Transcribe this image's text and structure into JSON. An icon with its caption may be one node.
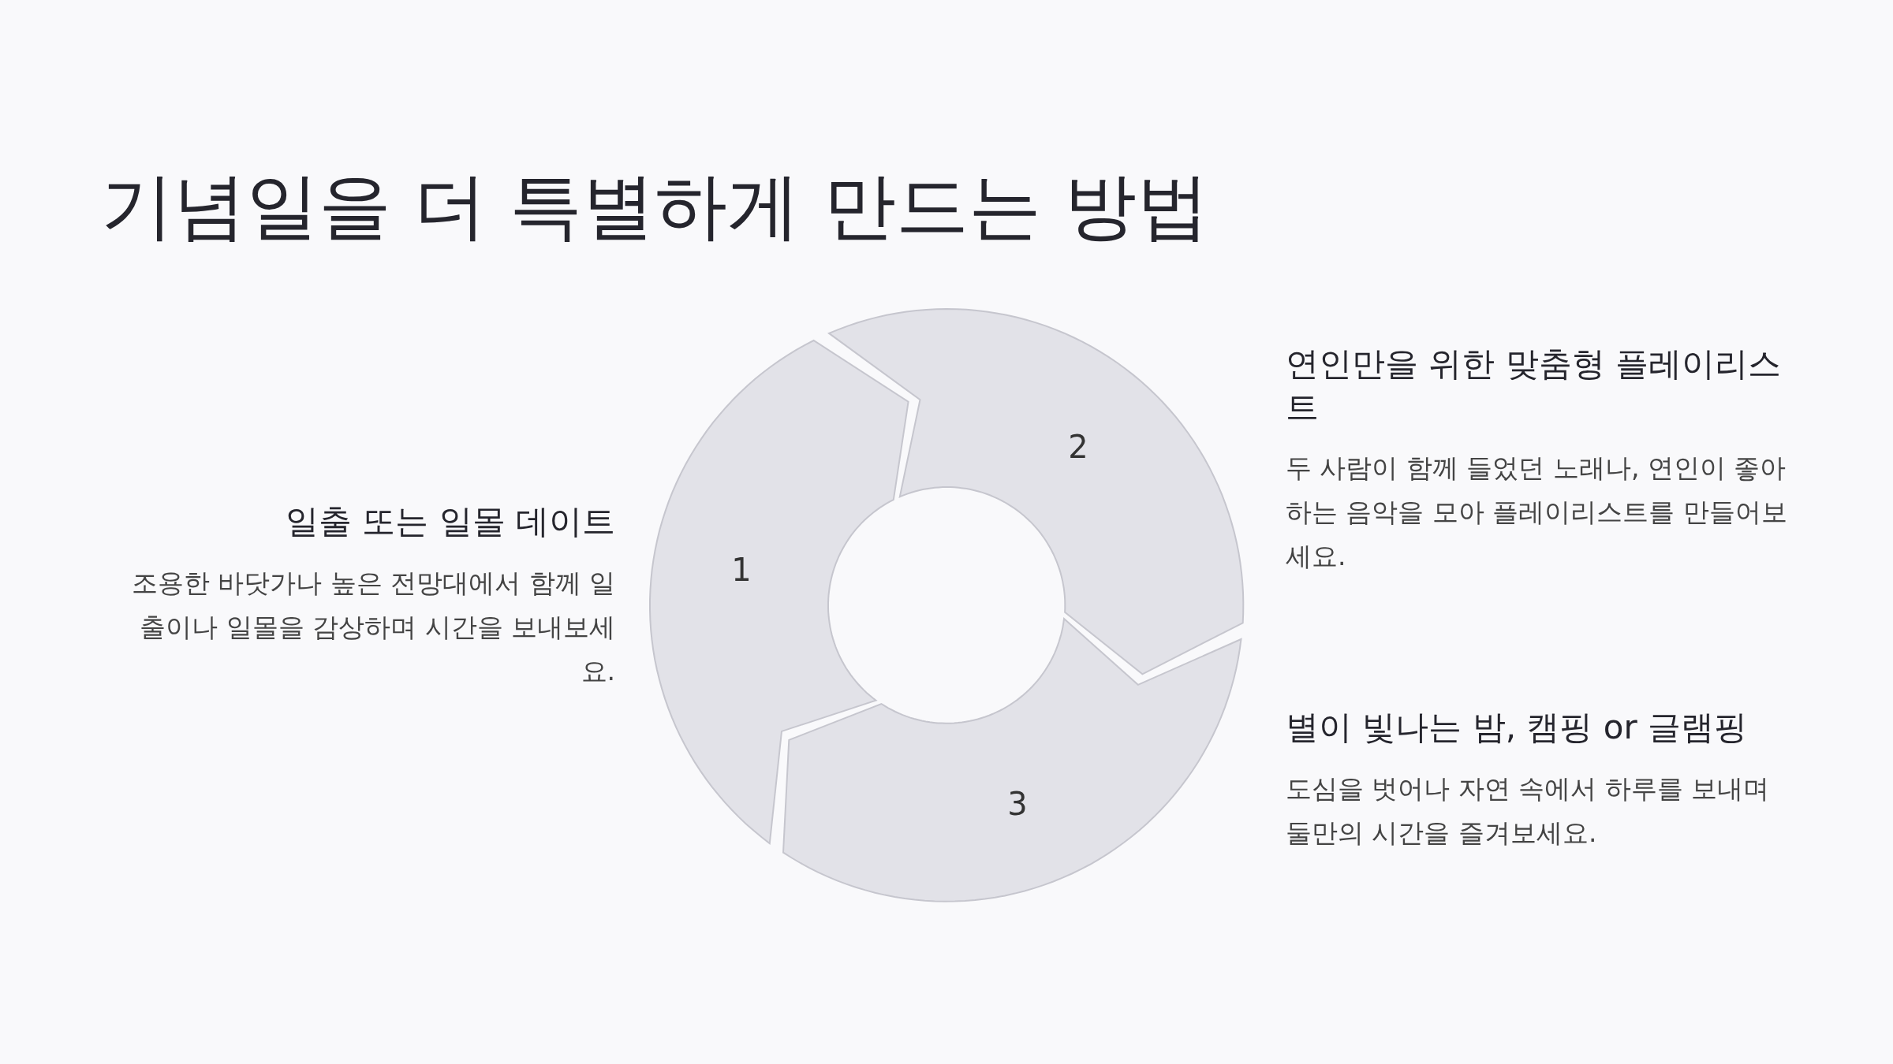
{
  "diagram": {
    "title": "기념일을 더 특별하게 만드는 방법",
    "nodes": [
      {
        "text": [
          "1"
        ],
        "beside": [
          "일출 또는 일몰 데이트",
          "조용한 바닷가나 높은 전망대에서 함께 일출이나 일몰을 감상하며 시간을 보내보세요."
        ]
      },
      {
        "text": [
          "2"
        ],
        "beside": [
          "연인만을 위한 맞춤형 플레이리스트",
          "두 사람이 함께 들었던 노래나, 연인이 좋아하는 음악을 모아 플레이리스트를 만들어보세요."
        ]
      },
      {
        "text": [
          "3"
        ],
        "beside": [
          "별이 빛나는 밤, 캠핑 or 글램핑",
          "도심을 벗어나 자연 속에서 하루를 보내며 둘만의 시간을 즐겨보세요."
        ]
      }
    ]
  }
}
